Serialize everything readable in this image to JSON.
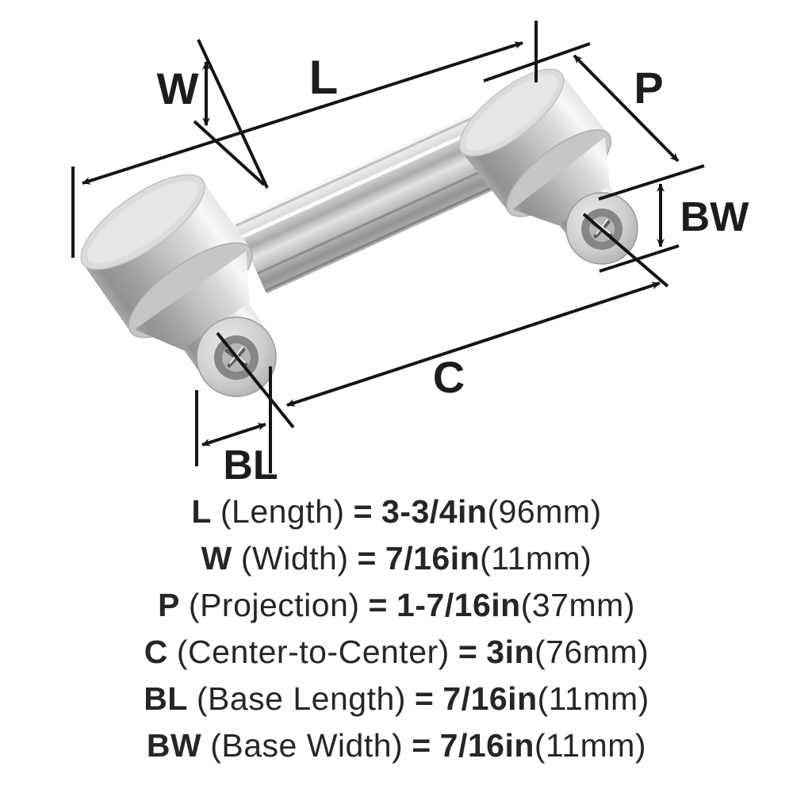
{
  "diagram": {
    "title": "cabinet pull handle dimension drawing",
    "labels": {
      "l": "L",
      "w": "W",
      "p": "P",
      "bw": "BW",
      "c": "C",
      "bl": "BL"
    }
  },
  "specs": [
    {
      "abbr": "L",
      "name": "(Length)",
      "eq": "=",
      "value": "3-3/4in",
      "metric": "(96mm)"
    },
    {
      "abbr": "W",
      "name": "(Width)",
      "eq": "=",
      "value": "7/16in",
      "metric": "(11mm)"
    },
    {
      "abbr": "P",
      "name": "(Projection)",
      "eq": "=",
      "value": "1-7/16in",
      "metric": "(37mm)"
    },
    {
      "abbr": "C",
      "name": "(Center-to-Center)",
      "eq": "=",
      "value": "3in",
      "metric": "(76mm)"
    },
    {
      "abbr": "BL",
      "name": "(Base Length)",
      "eq": "=",
      "value": "7/16in",
      "metric": "(11mm)"
    },
    {
      "abbr": "BW",
      "name": "(Base Width)",
      "eq": "=",
      "value": "7/16in",
      "metric": "(11mm)"
    }
  ],
  "colors": {
    "background": "#ffffff",
    "dimension_line": "#141414",
    "label_text": "#1c1c1c",
    "spec_text": "#262626",
    "metal_light": "#f4f4f4",
    "metal_mid": "#c3c3c3",
    "metal_dark": "#8e8e8e"
  }
}
